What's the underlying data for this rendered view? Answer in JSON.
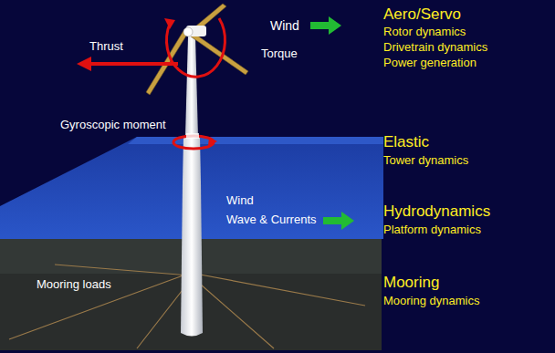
{
  "diagram": {
    "labels": [
      "Thrust",
      "Torque",
      "Wind",
      "Aero/Servo",
      "Rotor dynamics",
      "Drivetrain dynamics",
      "Power generation",
      "Gyroscopic moment",
      "Elastic",
      "Tower dynamics",
      "Wind",
      "Wave & Currents",
      "Hydrodynamics",
      "Platform dynamics",
      "Mooring loads",
      "Mooring",
      "Mooring dynamics"
    ]
  }
}
